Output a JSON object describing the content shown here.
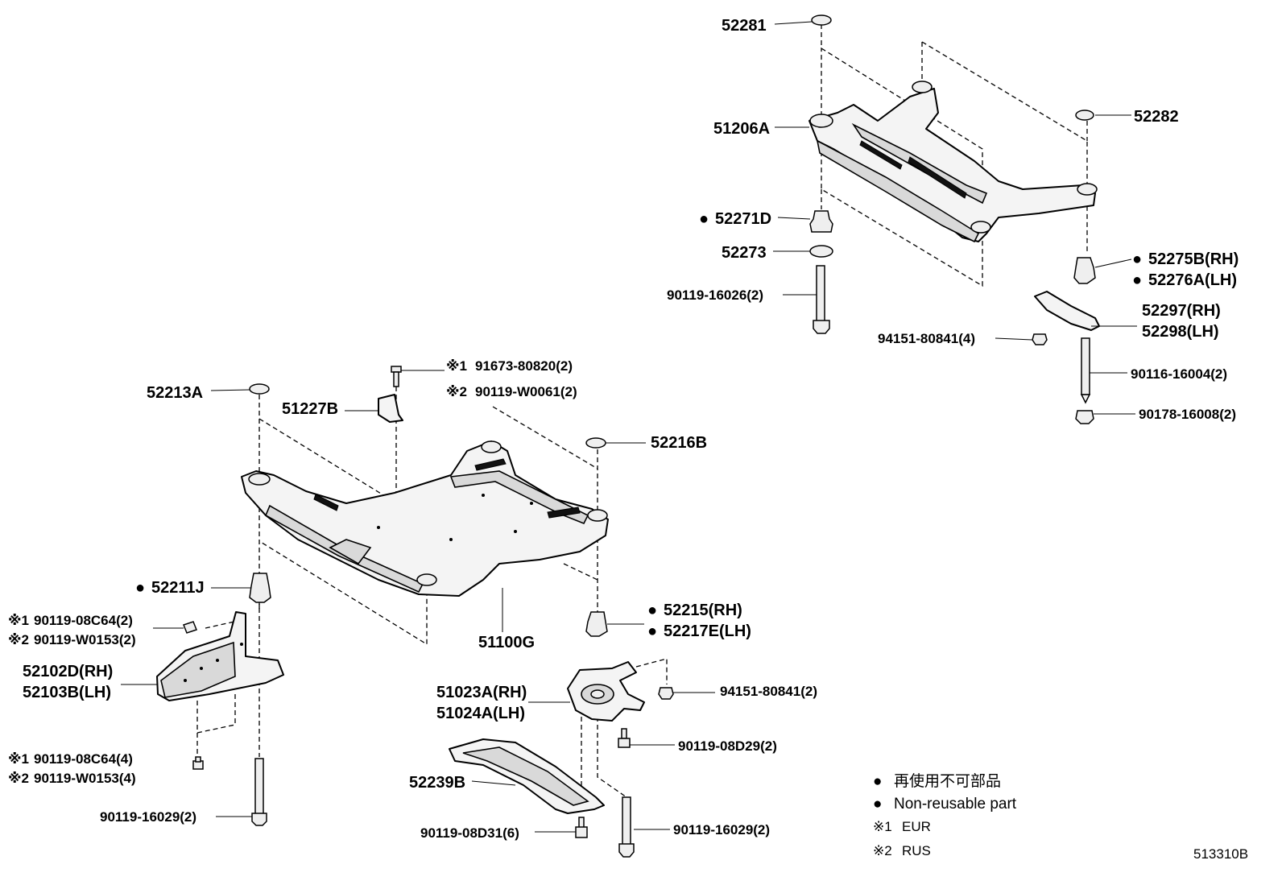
{
  "labels": {
    "p52281": "52281",
    "p51206A": "51206A",
    "p52282": "52282",
    "p52271D": "52271D",
    "p52273": "52273",
    "p90119_16026": "90119-16026(2)",
    "p52275B": "52275B(RH)",
    "p52276A": "52276A(LH)",
    "p52297": "52297(RH)",
    "p52298": "52298(LH)",
    "p94151_80841_4": "94151-80841(4)",
    "p90116_16004": "90116-16004(2)",
    "p90178_16008": "90178-16008(2)",
    "p91673_80820": "91673-80820(2)",
    "p90119_W0061": "90119-W0061(2)",
    "p52213A": "52213A",
    "p51227B": "51227B",
    "p52216B": "52216B",
    "p52211J": "52211J",
    "p90119_08C64_2": "90119-08C64(2)",
    "p90119_W0153_2": "90119-W0153(2)",
    "p52102D": "52102D(RH)",
    "p52103B": "52103B(LH)",
    "p51100G": "51100G",
    "p52215": "52215(RH)",
    "p52217E": "52217E(LH)",
    "p51023A": "51023A(RH)",
    "p51024A": "51024A(LH)",
    "p94151_80841_2": "94151-80841(2)",
    "p90119_08D29": "90119-08D29(2)",
    "p90119_08C64_4": "90119-08C64(4)",
    "p90119_W0153_4": "90119-W0153(4)",
    "p52239B": "52239B",
    "p90119_16029_left": "90119-16029(2)",
    "p90119_08D31": "90119-08D31(6)",
    "p90119_16029_right": "90119-16029(2)"
  },
  "markers": {
    "ref1": "※1",
    "ref2": "※2",
    "dot": "●"
  },
  "legend": {
    "non_reusable_jp": "再使用不可部品",
    "non_reusable_en": "Non-reusable part",
    "ref1_region": "EUR",
    "ref2_region": "RUS"
  },
  "diagram_id": "513310B",
  "colors": {
    "line": "#000000",
    "part_fill": "#f4f4f4",
    "background": "#ffffff"
  }
}
